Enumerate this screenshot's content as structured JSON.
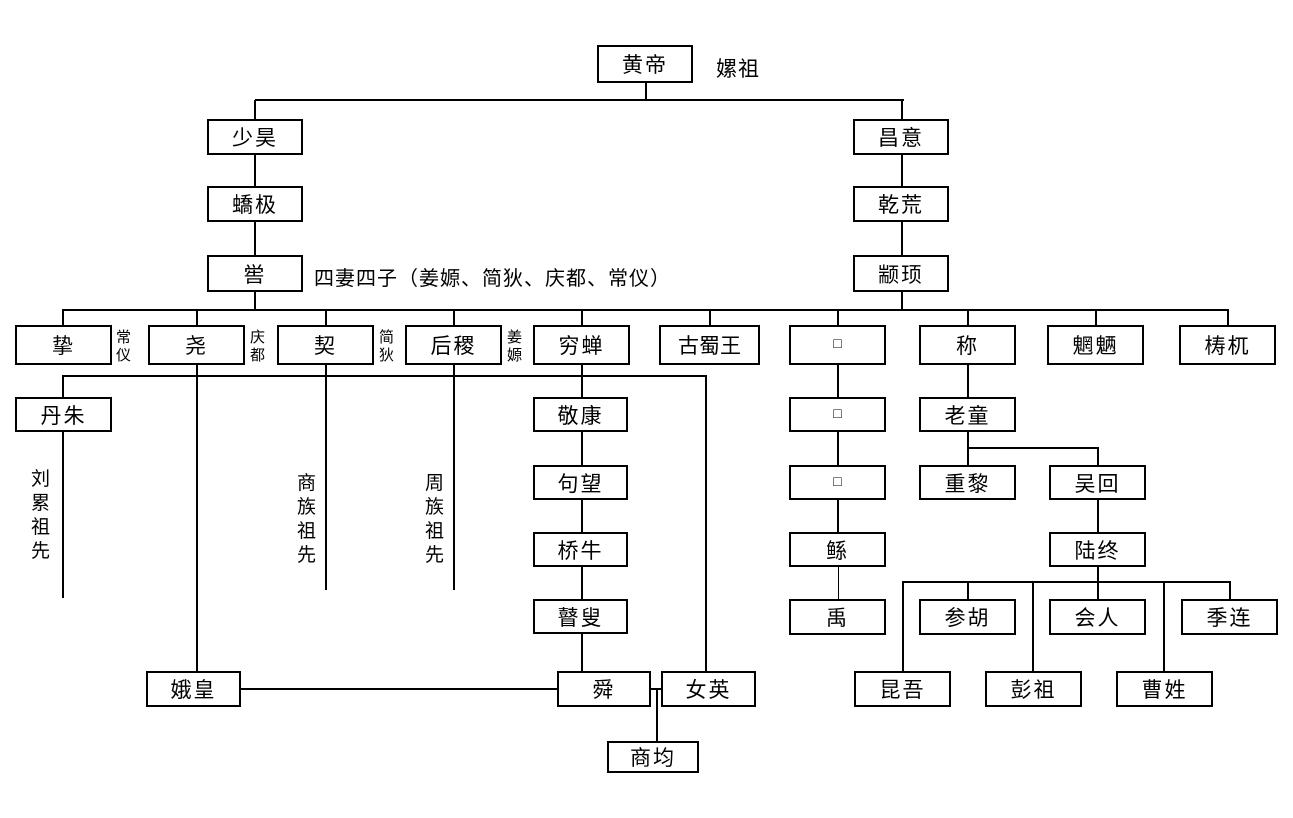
{
  "nodes": {
    "huangdi": "黄帝",
    "leizu": "嫘祖",
    "shaohao": "少昊",
    "jiaoji": "蟜极",
    "ku": "喾",
    "changyi": "昌意",
    "qianhuang": "乾荒",
    "zhuanxu": "颛顼",
    "zhi": "挚",
    "yao": "尧",
    "xie": "契",
    "houji": "后稷",
    "qiongchan": "穷蝉",
    "gushuwang": "古蜀王",
    "unknown1": "□",
    "cheng": "称",
    "wangliang": "魍魉",
    "taowu": "梼杌",
    "danzhu": "丹朱",
    "jingkang": "敬康",
    "juwang": "句望",
    "qiaoniu": "桥牛",
    "gusou": "瞽叟",
    "unknown2": "□",
    "unknown3": "□",
    "gun": "鲧",
    "yu": "禹",
    "laotong": "老童",
    "zhongli": "重黎",
    "wuhui": "吴回",
    "luzhong": "陆终",
    "canhu": "参胡",
    "huiren": "会人",
    "jilian": "季连",
    "ehuang": "娥皇",
    "shun": "舜",
    "nuying": "女英",
    "kunwu": "昆吾",
    "pengzu": "彭祖",
    "caoxing": "曹姓",
    "shangjun": "商均"
  },
  "annotations": {
    "four_wives": "四妻四子（姜嫄、简狄、庆都、常仪）",
    "wife_changyi": "常仪",
    "wife_qingdu": "庆都",
    "wife_jiandi": "简狄",
    "wife_jiangyuan": "姜嫄",
    "liulei_ancestor": "刘累祖先",
    "shang_ancestor": "商族祖先",
    "zhou_ancestor": "周族祖先"
  }
}
